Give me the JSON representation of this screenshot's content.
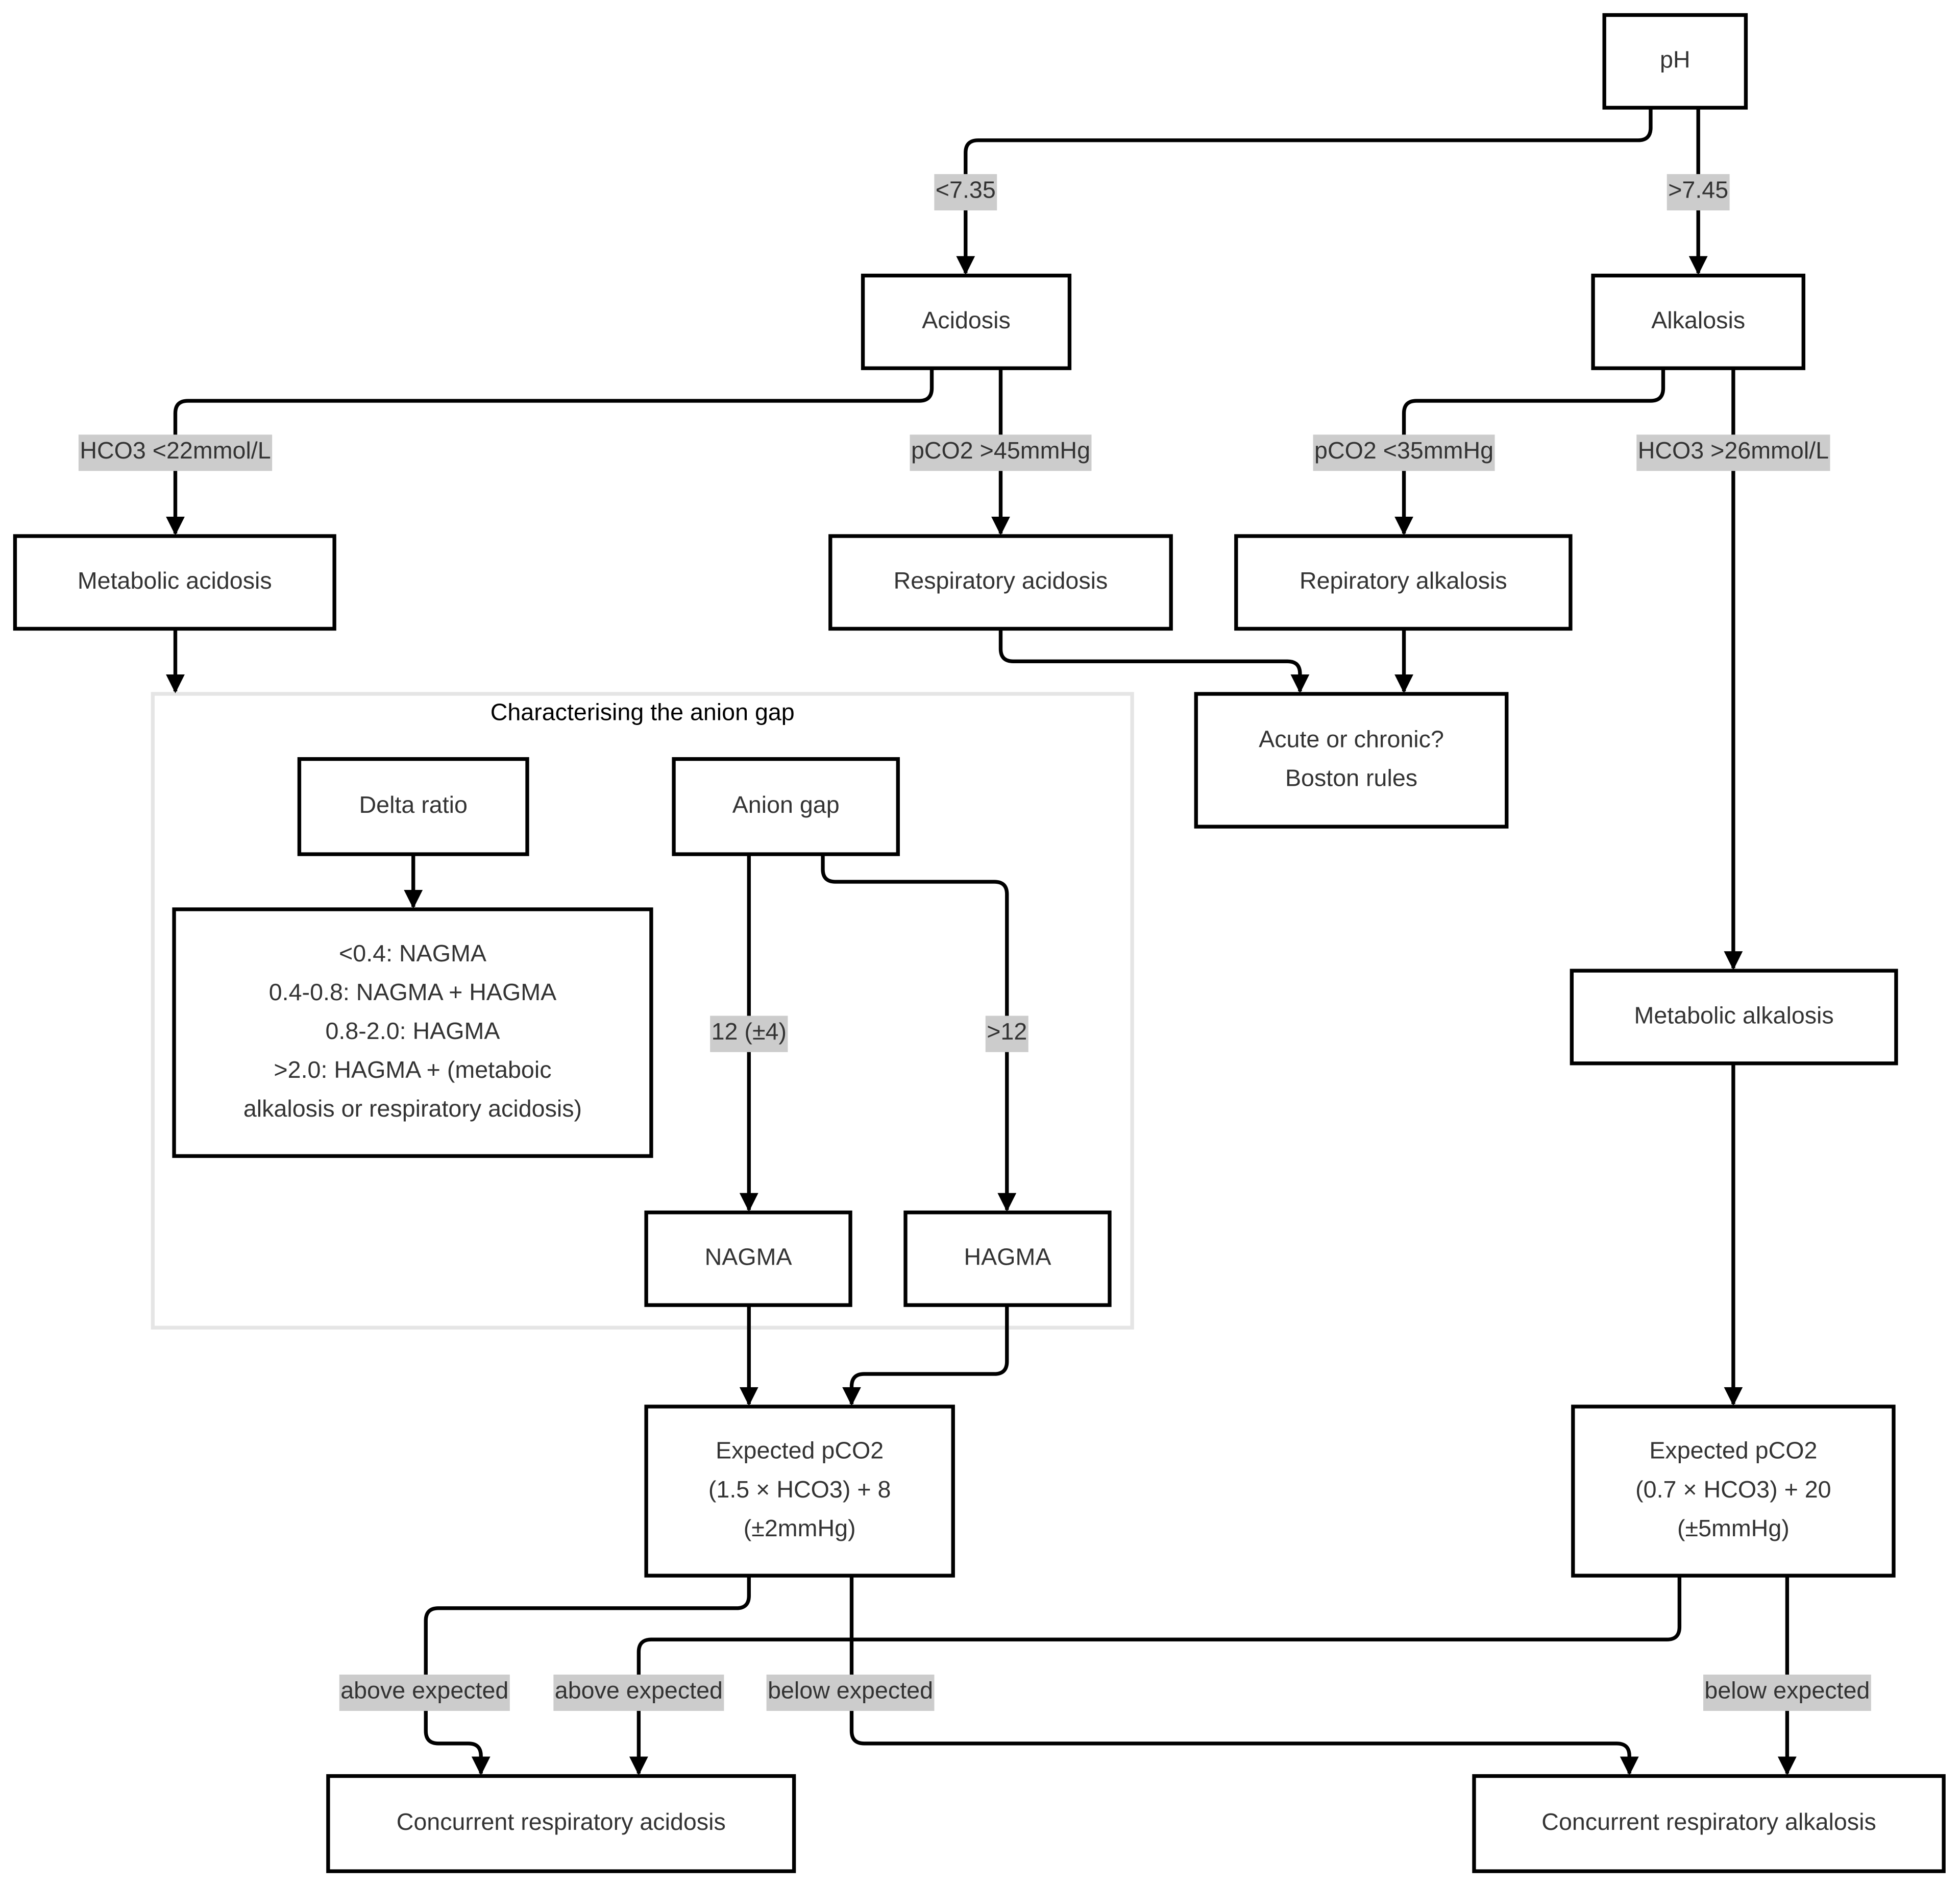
{
  "diagram": {
    "type": "flowchart",
    "title": "",
    "colors": {
      "node_border": "#000000",
      "node_fill": "#ffffff",
      "text": "#333333",
      "edge": "#000000",
      "edge_label_bg": "#cccccc",
      "cluster_border": "#e5e5e5"
    },
    "cluster": {
      "id": "anion_gap_cluster",
      "title": "Characterising the anion gap"
    },
    "nodes": [
      {
        "id": "ph",
        "lines": [
          "pH"
        ]
      },
      {
        "id": "acidosis",
        "lines": [
          "Acidosis"
        ]
      },
      {
        "id": "alkalosis",
        "lines": [
          "Alkalosis"
        ]
      },
      {
        "id": "metabolic_acidosis",
        "lines": [
          "Metabolic acidosis"
        ]
      },
      {
        "id": "respiratory_acidosis",
        "lines": [
          "Respiratory acidosis"
        ]
      },
      {
        "id": "respiratory_alkalosis",
        "lines": [
          "Repiratory alkalosis"
        ]
      },
      {
        "id": "acute_chronic",
        "lines": [
          "Acute or chronic?",
          "Boston rules"
        ]
      },
      {
        "id": "delta_ratio",
        "lines": [
          "Delta ratio"
        ]
      },
      {
        "id": "delta_ratio_values",
        "lines": [
          "<0.4: NAGMA",
          "0.4-0.8: NAGMA + HAGMA",
          "0.8-2.0: HAGMA",
          ">2.0: HAGMA + (metaboic",
          "alkalosis or respiratory acidosis)"
        ]
      },
      {
        "id": "anion_gap",
        "lines": [
          "Anion gap"
        ]
      },
      {
        "id": "nagma",
        "lines": [
          "NAGMA"
        ]
      },
      {
        "id": "hagma",
        "lines": [
          "HAGMA"
        ]
      },
      {
        "id": "metabolic_alkalosis",
        "lines": [
          "Metabolic alkalosis"
        ]
      },
      {
        "id": "expected_pco2_acid",
        "lines": [
          "Expected pCO2",
          "(1.5 × HCO3) + 8",
          "(±2mmHg)"
        ]
      },
      {
        "id": "expected_pco2_alk",
        "lines": [
          "Expected pCO2",
          "(0.7 × HCO3) + 20",
          "(±5mmHg)"
        ]
      },
      {
        "id": "concurrent_resp_acidosis",
        "lines": [
          "Concurrent respiratory acidosis"
        ]
      },
      {
        "id": "concurrent_resp_alkalosis",
        "lines": [
          "Concurrent respiratory alkalosis"
        ]
      }
    ],
    "edges": [
      {
        "from": "ph",
        "to": "acidosis",
        "label": "<7.35"
      },
      {
        "from": "ph",
        "to": "alkalosis",
        "label": ">7.45"
      },
      {
        "from": "acidosis",
        "to": "metabolic_acidosis",
        "label": "HCO3 <22mmol/L"
      },
      {
        "from": "acidosis",
        "to": "respiratory_acidosis",
        "label": "pCO2 >45mmHg"
      },
      {
        "from": "alkalosis",
        "to": "respiratory_alkalosis",
        "label": "pCO2 <35mmHg"
      },
      {
        "from": "alkalosis",
        "to": "metabolic_alkalosis",
        "label": "HCO3 >26mmol/L"
      },
      {
        "from": "metabolic_acidosis",
        "to": "anion_gap_cluster",
        "label": ""
      },
      {
        "from": "respiratory_acidosis",
        "to": "acute_chronic",
        "label": ""
      },
      {
        "from": "respiratory_alkalosis",
        "to": "acute_chronic",
        "label": ""
      },
      {
        "from": "delta_ratio",
        "to": "delta_ratio_values",
        "label": ""
      },
      {
        "from": "anion_gap",
        "to": "nagma",
        "label": "12 (±4)"
      },
      {
        "from": "anion_gap",
        "to": "hagma",
        "label": ">12"
      },
      {
        "from": "nagma",
        "to": "expected_pco2_acid",
        "label": ""
      },
      {
        "from": "hagma",
        "to": "expected_pco2_acid",
        "label": ""
      },
      {
        "from": "metabolic_alkalosis",
        "to": "expected_pco2_alk",
        "label": ""
      },
      {
        "from": "expected_pco2_acid",
        "to": "concurrent_resp_acidosis",
        "label": "above expected"
      },
      {
        "from": "expected_pco2_alk",
        "to": "concurrent_resp_acidosis",
        "label": "above expected"
      },
      {
        "from": "expected_pco2_acid",
        "to": "concurrent_resp_alkalosis",
        "label": "below expected"
      },
      {
        "from": "expected_pco2_alk",
        "to": "concurrent_resp_alkalosis",
        "label": "below expected"
      }
    ]
  }
}
